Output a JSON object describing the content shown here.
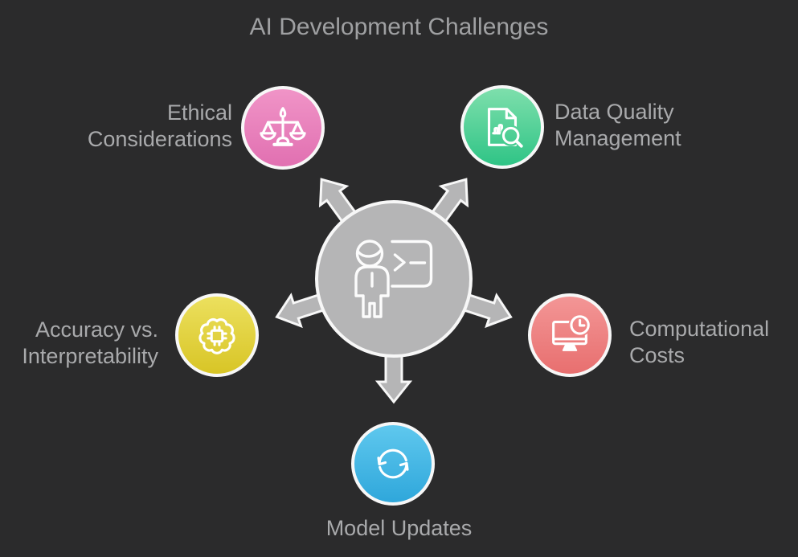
{
  "title": "AI Development Challenges",
  "background_color": "#2b2b2c",
  "title_color": "#9fa0a2",
  "label_color": "#a9aaac",
  "hub": {
    "icon": "presenter-terminal-board-icon",
    "fill_color": "#b5b5b6",
    "ring_color": "#f7f7f7",
    "arrow_color": "#b5b5b6",
    "arrow_count": 5
  },
  "nodes": [
    {
      "id": "ethical",
      "label": "Ethical Considerations",
      "lines": [
        "Ethical",
        "Considerations"
      ],
      "icon": "scales-icon",
      "colors": [
        "#f094c7",
        "#e170b1"
      ],
      "position": "top-left"
    },
    {
      "id": "data-quality",
      "label": "Data Quality Management",
      "lines": [
        "Data Quality",
        "Management"
      ],
      "icon": "document-chart-magnifier-icon",
      "colors": [
        "#7edfac",
        "#2fc486"
      ],
      "position": "top-right"
    },
    {
      "id": "accuracy",
      "label": "Accuracy vs. Interpretability",
      "lines": [
        "Accuracy vs.",
        "Interpretability"
      ],
      "icon": "brain-chip-icon",
      "colors": [
        "#ece05e",
        "#d8c526"
      ],
      "position": "left"
    },
    {
      "id": "computational",
      "label": "Computational Costs",
      "lines": [
        "Computational",
        "Costs"
      ],
      "icon": "monitor-clock-icon",
      "colors": [
        "#f39696",
        "#e86f6f"
      ],
      "position": "right"
    },
    {
      "id": "model-updates",
      "label": "Model Updates",
      "lines": [
        "Model Updates"
      ],
      "icon": "refresh-icon",
      "colors": [
        "#5fc8ee",
        "#2fa7db"
      ],
      "position": "bottom"
    }
  ]
}
